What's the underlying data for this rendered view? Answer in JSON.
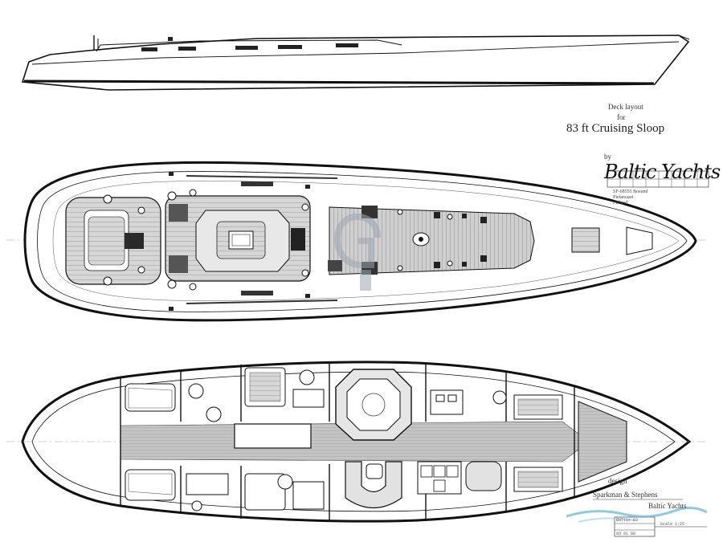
{
  "drawing": {
    "deck_caption": "Deck layout",
    "for_caption": "for",
    "title": "83 ft Cruising Sloop",
    "by_caption": "by",
    "brand": "Baltic Yachts",
    "address": [
      "SF-68555 Bosund",
      "Pietarsaari",
      "Finland"
    ],
    "design_caption": "design",
    "designer": "Sparkman & Stephens",
    "builder": "Baltic Yachts",
    "title_block": {
      "row1": "Baltic 83",
      "row2": "Scale 1:25",
      "row3": "03 01 88"
    },
    "watermark": "G"
  },
  "colors": {
    "outline": "#111111",
    "teak": "#8a8a8a",
    "watermark": "#9aa6b0",
    "wave": "#5fb3d8"
  }
}
